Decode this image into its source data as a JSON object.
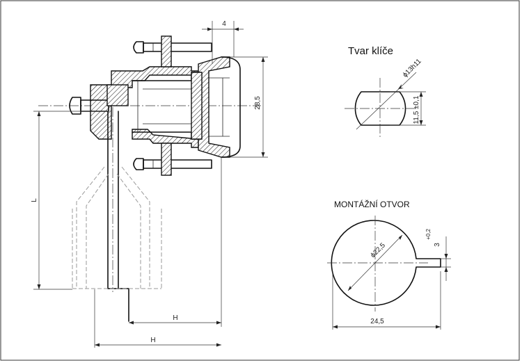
{
  "key_view": {
    "title": "Tvar klíče",
    "dim_diameter": "ϕ13h11",
    "dim_flat": "11,5 ±0,1"
  },
  "mount_view": {
    "title": "MONTÁŽNÍ OTVOR",
    "dim_diameter": "ϕ22,5",
    "dim_width": "24,5",
    "dim_notch": "3",
    "dim_notch_tol": "+0,2"
  },
  "main_view": {
    "dim_top": "4",
    "dim_height": "28,5",
    "dim_length": "L",
    "dim_h_upper": "H",
    "dim_h_lower": "H"
  }
}
